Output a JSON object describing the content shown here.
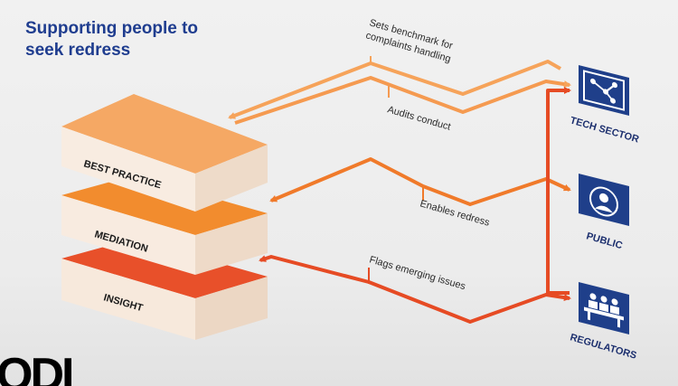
{
  "title_line1": "Supporting people to",
  "title_line2": "seek redress",
  "layers": {
    "best_practice": "BEST PRACTICE",
    "mediation": "MEDIATION",
    "insight": "INSIGHT"
  },
  "entities": {
    "tech": {
      "label": "TECH SECTOR",
      "icon": "network-icon"
    },
    "public": {
      "label": "PUBLIC",
      "icon": "person-icon"
    },
    "regulators": {
      "label": "REGULATORS",
      "icon": "meeting-icon"
    }
  },
  "flows": {
    "benchmark_line1": "Sets benchmark for",
    "benchmark_line2": "complaints handling",
    "audits": "Audits conduct",
    "enables": "Enables redress",
    "flags": "Flags emerging issues"
  },
  "logo_text": "ODI",
  "colors": {
    "title": "#1f3d8f",
    "best_practice": "#f5a864",
    "mediation": "#f28c2e",
    "insight": "#e8502a",
    "arrow_light": "#f6a35a",
    "arrow_mid": "#f07a2a",
    "arrow_dark": "#e64b24",
    "icon_bg": "#1f3f8a"
  }
}
